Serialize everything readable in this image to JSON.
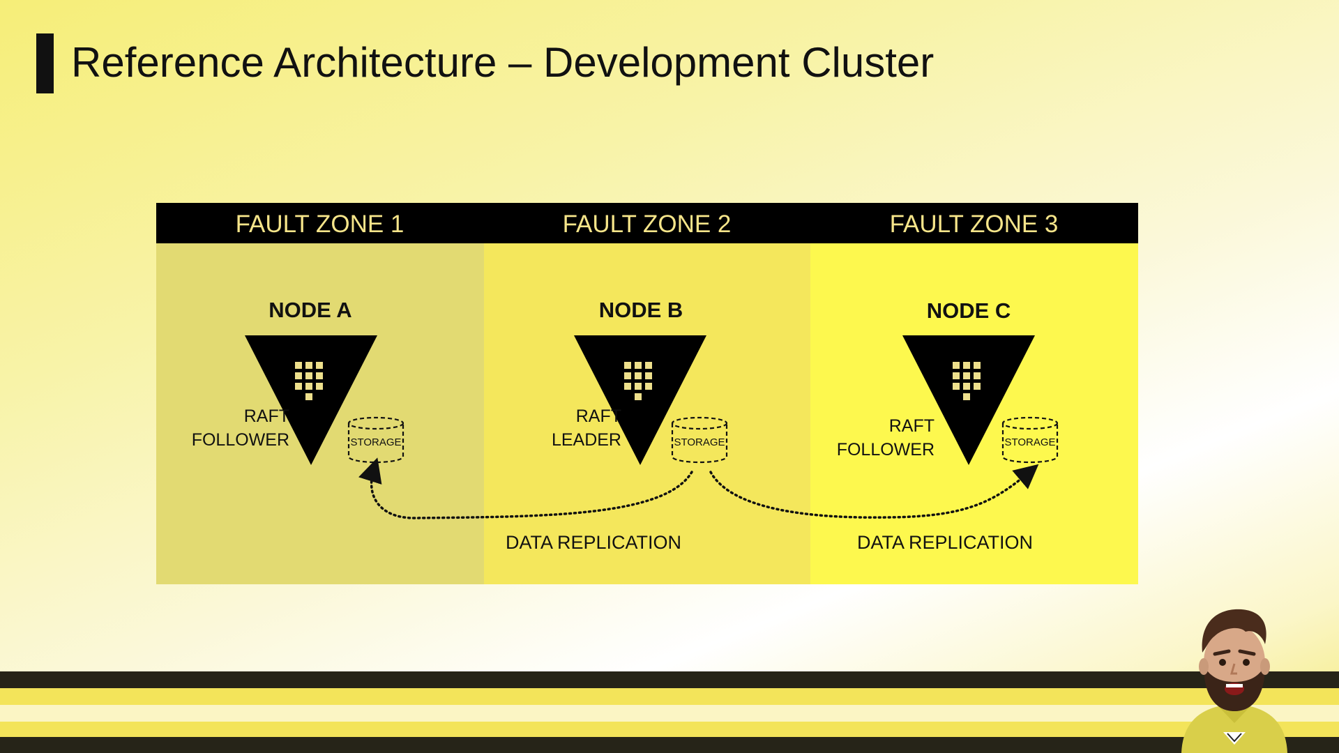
{
  "slide": {
    "title": "Reference Architecture – Development Cluster"
  },
  "zones": [
    {
      "label": "FAULT ZONE 1",
      "node": "NODE A",
      "role_line1": "RAFT",
      "role_line2": "FOLLOWER",
      "storage": "STORAGE"
    },
    {
      "label": "FAULT ZONE 2",
      "node": "NODE B",
      "role_line1": "RAFT",
      "role_line2": "LEADER",
      "storage": "STORAGE"
    },
    {
      "label": "FAULT ZONE 3",
      "node": "NODE C",
      "role_line1": "RAFT",
      "role_line2": "FOLLOWER",
      "storage": "STORAGE"
    }
  ],
  "replication": [
    {
      "label": "DATA REPLICATION"
    },
    {
      "label": "DATA REPLICATION"
    }
  ],
  "colors": {
    "zone1": "#e2da72",
    "zone2": "#f4e75c",
    "zone3": "#fdf84e",
    "header": "#000000",
    "header_text": "#f6e58a",
    "vault_mark": "#eee08c"
  }
}
